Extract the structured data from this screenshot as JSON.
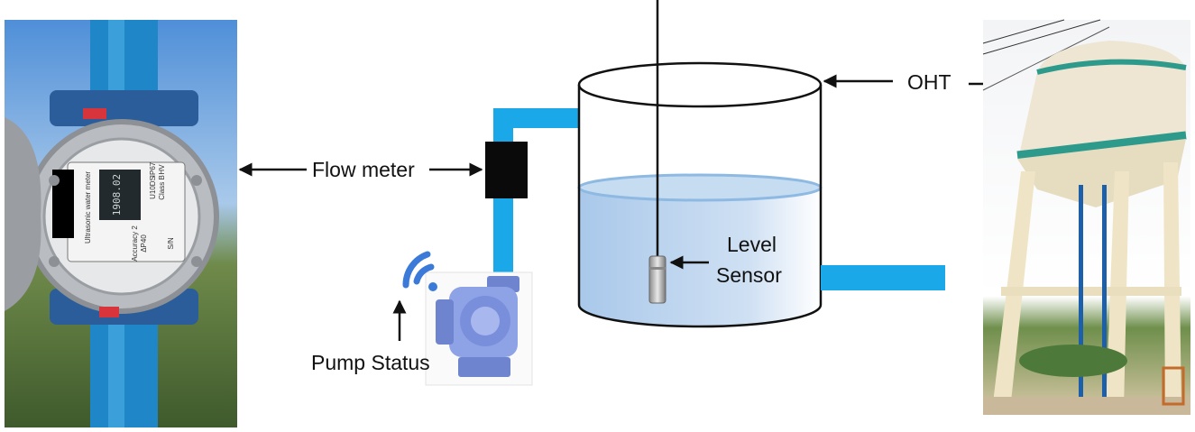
{
  "labels": {
    "flow_meter": "Flow meter",
    "pump_status": "Pump Status",
    "level_sensor_line1": "Level",
    "level_sensor_line2": "Sensor",
    "oht": "OHT"
  },
  "meter_photo": {
    "display_digits": "1908.02",
    "device_text": "Ultrasonic water meter",
    "accuracy_text": "Accuracy 2",
    "class_text": "Class B",
    "ip_text": "IP67",
    "sn_text": "S/N",
    "dp_text": "ΔP40",
    "model_text": "U10DS",
    "hv_text": "HV"
  },
  "colors": {
    "pipe": "#1ba8e8",
    "water": "#b9d6ef",
    "water_surface": "#8db9e3",
    "flow_meter_block": "#0a0a0a",
    "pump_blue": "#8ea3e6",
    "pump_dark": "#6f84cf",
    "wifi": "#3b7ad8",
    "tank_cream": "#eee6d3",
    "tank_band": "#2e9a8c",
    "sky": "#6aa4df"
  },
  "icons": [
    "wifi-icon",
    "pump-icon",
    "arrow-icon"
  ]
}
